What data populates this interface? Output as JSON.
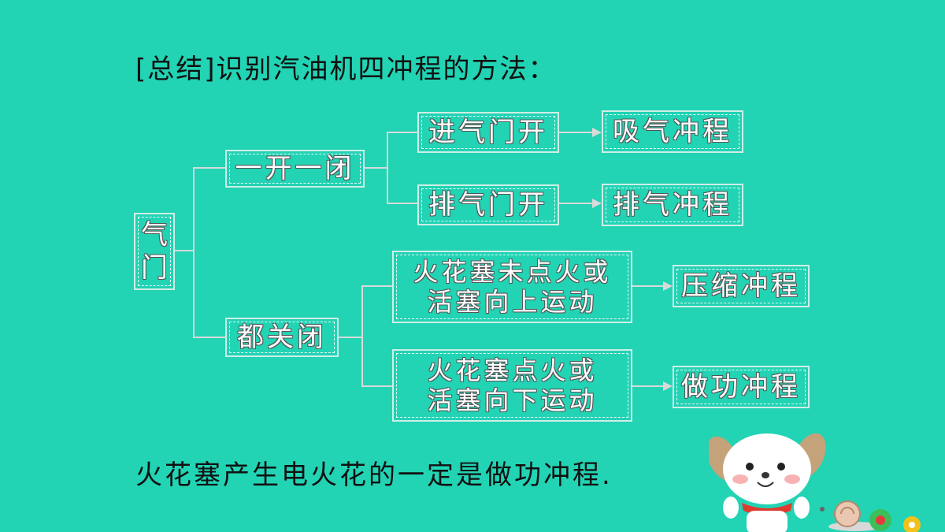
{
  "title": "[总结]识别汽油机四冲程的方法：",
  "root": {
    "line1": "气",
    "line2": "门"
  },
  "branch_open": "一开一闭",
  "branch_closed": "都关闭",
  "open_cond_intake": "进气门开",
  "open_cond_exhaust": "排气门开",
  "closed_cond_compression": {
    "line1": "火花塞未点火或",
    "line2": "活塞向上运动"
  },
  "closed_cond_power": {
    "line1": "火花塞点火或",
    "line2": "活塞向下运动"
  },
  "stroke_intake": "吸气冲程",
  "stroke_exhaust": "排气冲程",
  "stroke_compression": "压缩冲程",
  "stroke_power": "做功冲程",
  "note": "火花塞产生电火花的一定是做功冲程."
}
